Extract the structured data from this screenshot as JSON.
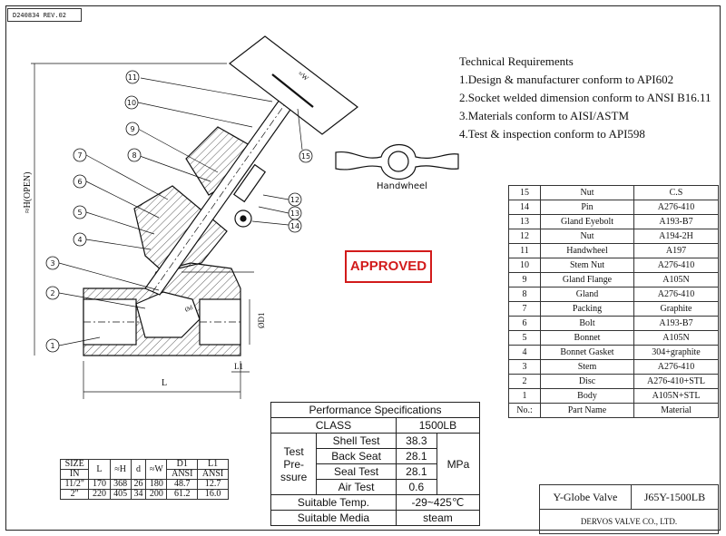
{
  "doc_number": "D240834 REV.02",
  "technical_requirements": {
    "heading": "Technical Requirements",
    "items": [
      "1.Design & manufacturer conform to API602",
      "2.Socket welded dimension conform to ANSI B16.11",
      "3.Materials conform to AISI/ASTM",
      "4.Test & inspection conform to API598"
    ]
  },
  "handwheel_label": "Handwheel",
  "stamp_text": "APPROVED",
  "drawing_labels": {
    "balloons": [
      "1",
      "2",
      "3",
      "4",
      "5",
      "6",
      "7",
      "8",
      "9",
      "10",
      "11",
      "12",
      "13",
      "14",
      "15"
    ],
    "dim_h": "≈H(OPEN)",
    "dim_w": "≈W",
    "dim_l": "L",
    "dim_l1": "L1",
    "dim_d1": "ØD1",
    "dim_d": "Ød"
  },
  "bom": {
    "header": [
      "No.:",
      "Part Name",
      "Material"
    ],
    "rows": [
      [
        "15",
        "Nut",
        "C.S"
      ],
      [
        "14",
        "Pin",
        "A276-410"
      ],
      [
        "13",
        "Gland Eyebolt",
        "A193-B7"
      ],
      [
        "12",
        "Nut",
        "A194-2H"
      ],
      [
        "11",
        "Handwheel",
        "A197"
      ],
      [
        "10",
        "Stem Nut",
        "A276-410"
      ],
      [
        "9",
        "Gland Flange",
        "A105N"
      ],
      [
        "8",
        "Gland",
        "A276-410"
      ],
      [
        "7",
        "Packing",
        "Graphite"
      ],
      [
        "6",
        "Bolt",
        "A193-B7"
      ],
      [
        "5",
        "Bonnet",
        "A105N"
      ],
      [
        "4",
        "Bonnet Gasket",
        "304+graphite"
      ],
      [
        "3",
        "Stem",
        "A276-410"
      ],
      [
        "2",
        "Disc",
        "A276-410+STL"
      ],
      [
        "1",
        "Body",
        "A105N+STL"
      ]
    ]
  },
  "performance": {
    "title": "Performance Specifications",
    "class_label": "CLASS",
    "class_value": "1500LB",
    "test_pressure_label_lines": [
      "Test",
      "Pre-",
      "ssure"
    ],
    "tests": [
      {
        "name": "Shell Test",
        "value": "38.3"
      },
      {
        "name": "Back Seat",
        "value": "28.1"
      },
      {
        "name": "Seal Test",
        "value": "28.1"
      },
      {
        "name": "Air Test",
        "value": "0.6"
      }
    ],
    "unit": "MPa",
    "temp_label": "Suitable Temp.",
    "temp_value": "-29~425℃",
    "media_label": "Suitable Media",
    "media_value": "steam"
  },
  "dimensions": {
    "header_top": [
      "SIZE",
      "L",
      "≈H",
      "d",
      "≈W",
      "D1",
      "L1"
    ],
    "header_bottom": [
      "IN",
      "ANSI",
      "ANSI"
    ],
    "rows": [
      [
        "11/2\"",
        "170",
        "368",
        "26",
        "180",
        "48.7",
        "12.7"
      ],
      [
        "2\"",
        "220",
        "405",
        "34",
        "200",
        "61.2",
        "16.0"
      ]
    ]
  },
  "title_block": {
    "product": "Y-Globe Valve",
    "model": "J65Y-1500LB",
    "company": "DERVOS VALVE CO., LTD."
  }
}
